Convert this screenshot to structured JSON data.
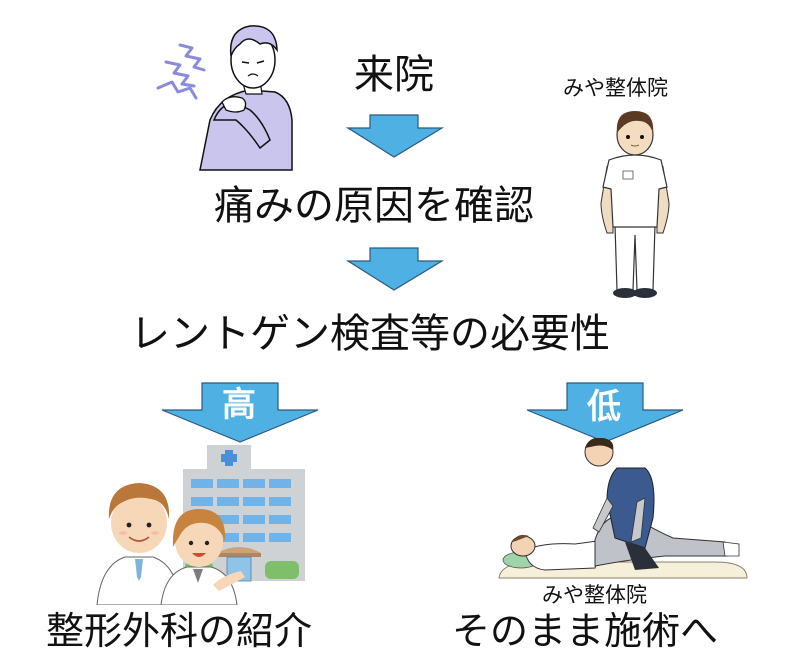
{
  "diagram": {
    "type": "flowchart",
    "accent_color": "#4fb0e3",
    "arrow_stroke": "#2c5a80",
    "steps": [
      {
        "id": "visit",
        "label": "来院"
      },
      {
        "id": "check",
        "label": "痛みの原因を確認"
      },
      {
        "id": "xray",
        "label": "レントゲン検査等の必要性"
      }
    ],
    "branches": [
      {
        "id": "high",
        "badge": "高",
        "outcome": "整形外科の紹介",
        "illustration": "doctors-and-hospital"
      },
      {
        "id": "low",
        "badge": "低",
        "outcome": "そのまま施術へ",
        "illustration": "practitioner-treating-patient",
        "caption": "みや整体院"
      }
    ],
    "practitioner_caption": "みや整体院",
    "illustrations": {
      "patient": "man-with-shoulder-pain",
      "practitioner": "practitioner-standing",
      "hospital": "hospital-building",
      "doctors": "doctor-and-nurse",
      "treatment": "practitioner-stretching-patient"
    }
  }
}
